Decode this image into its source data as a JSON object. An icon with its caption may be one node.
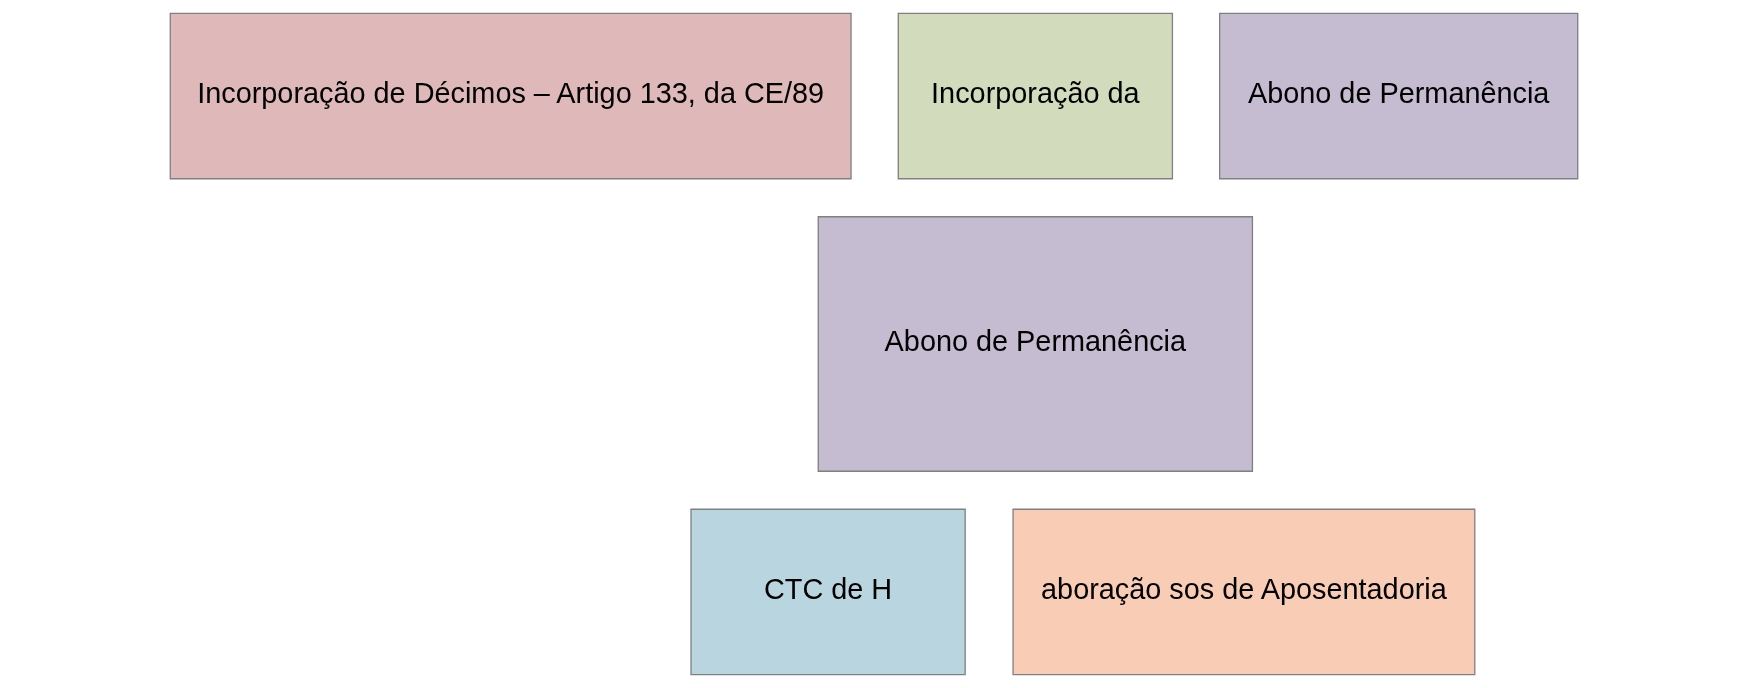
{
  "diagram": {
    "nodes": [
      {
        "text": [
          "Incorporação de Décimos – Artigo 133, da CE/89"
        ]
      },
      {
        "text": [
          "Incorporação da"
        ]
      },
      {
        "text": [
          "Abono de Permanência"
        ]
      },
      {
        "text": [
          "Abono de Permanência"
        ]
      },
      {
        "text": [
          "CTC de H"
        ]
      },
      {
        "text": [
          "aboração sos de Aposentadoria"
        ]
      }
    ]
  }
}
